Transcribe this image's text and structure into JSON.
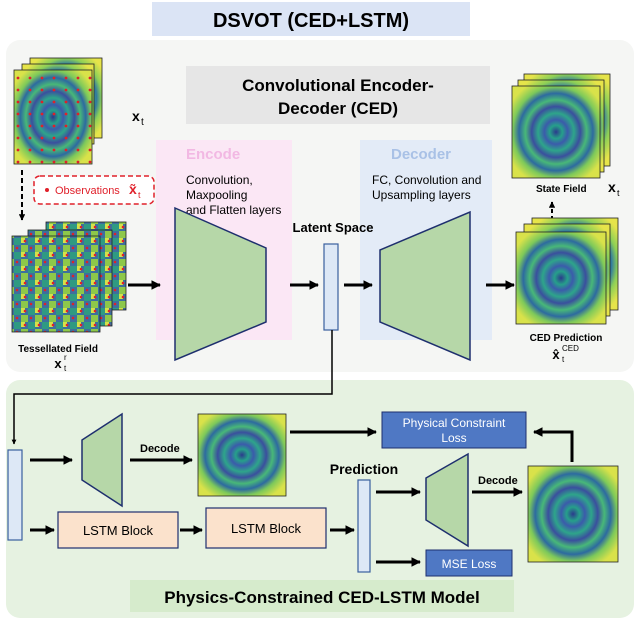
{
  "title": "DSVOT (CED+LSTM)",
  "ced": {
    "heading_line1": "Convolutional Encoder-",
    "heading_line2": "Decoder (CED)",
    "encode": {
      "label": "Encode",
      "desc_line1": "Convolution,",
      "desc_line2": "Maxpooling",
      "desc_line3": "and Flatten layers"
    },
    "decoder": {
      "label": "Decoder",
      "desc_line1": "FC, Convolution and",
      "desc_line2": "Upsampling layers"
    },
    "latent_space": "Latent Space",
    "observations_label": "Observations",
    "input_symbol": "x",
    "input_subscript": "t",
    "observation_symbol": "x̃",
    "observation_subscript": "t",
    "tessellated_label": "Tessellated Field",
    "tessellated_symbol": "x",
    "tessellated_subscript": "t",
    "tessellated_superscript": "r",
    "state_field_label": "State Field",
    "state_symbol": "x",
    "state_subscript": "t",
    "prediction_label": "CED Prediction",
    "prediction_symbol": "x̂",
    "prediction_subscript": "t",
    "prediction_superscript": "CED"
  },
  "lstm": {
    "title": "Physics-Constrained CED-LSTM Model",
    "decode_label_1": "Decode",
    "decode_label_2": "Decode",
    "block_1": "LSTM Block",
    "block_2": "LSTM Block",
    "prediction_label": "Prediction",
    "physical_loss_line1": "Physical Constraint",
    "physical_loss_line2": "Loss",
    "mse_loss": "MSE Loss"
  },
  "colors": {
    "title_bg": "#dbe4f5",
    "ced_panel_bg": "#f5f6f4",
    "ced_heading_bg": "#e6e6e6",
    "encode_bg": "#fbe7f5",
    "encode_label": "#f2b8e3",
    "decoder_bg": "#e3ebf7",
    "decoder_label": "#a9c1e6",
    "trapezoid_fill": "#b6d7a8",
    "latent_fill": "#dde8f6",
    "lstm_panel_bg": "#e6f2e1",
    "lstm_block_fill": "#fbe2cc",
    "loss_box_fill": "#4f78c4",
    "observation_red": "#e0202a"
  }
}
